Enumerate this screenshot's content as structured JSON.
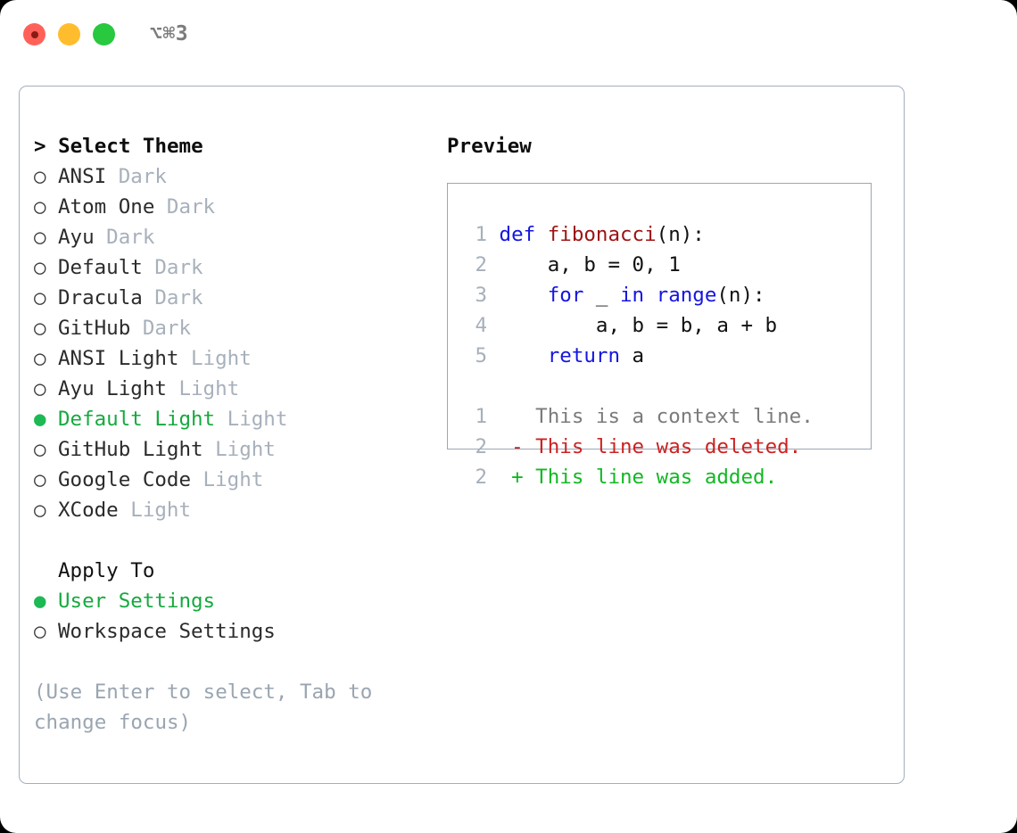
{
  "titlebar": {
    "shortcut": "⌥⌘3",
    "buttons": [
      {
        "name": "close",
        "color": "#ff6159"
      },
      {
        "name": "minimize",
        "color": "#ffbd2e"
      },
      {
        "name": "zoom",
        "color": "#28c83f"
      }
    ]
  },
  "theme_list": {
    "header": "> Select Theme",
    "items": [
      {
        "bullet": "○",
        "label": "ANSI",
        "category": "Dark",
        "selected": false
      },
      {
        "bullet": "○",
        "label": "Atom One",
        "category": "Dark",
        "selected": false
      },
      {
        "bullet": "○",
        "label": "Ayu",
        "category": "Dark",
        "selected": false
      },
      {
        "bullet": "○",
        "label": "Default",
        "category": "Dark",
        "selected": false
      },
      {
        "bullet": "○",
        "label": "Dracula",
        "category": "Dark",
        "selected": false
      },
      {
        "bullet": "○",
        "label": "GitHub",
        "category": "Dark",
        "selected": false
      },
      {
        "bullet": "○",
        "label": "ANSI Light",
        "category": "Light",
        "selected": false
      },
      {
        "bullet": "○",
        "label": "Ayu Light",
        "category": "Light",
        "selected": false
      },
      {
        "bullet": "●",
        "label": "Default Light",
        "category": "Light",
        "selected": true
      },
      {
        "bullet": "○",
        "label": "GitHub Light",
        "category": "Light",
        "selected": false
      },
      {
        "bullet": "○",
        "label": "Google Code",
        "category": "Light",
        "selected": false
      },
      {
        "bullet": "○",
        "label": "XCode",
        "category": "Light",
        "selected": false
      }
    ]
  },
  "apply_to": {
    "title": "Apply To",
    "options": [
      {
        "bullet": "●",
        "label": "User Settings",
        "selected": true
      },
      {
        "bullet": "○",
        "label": "Workspace Settings",
        "selected": false
      }
    ]
  },
  "hint": "(Use Enter to select, Tab to change focus)",
  "preview": {
    "header": "Preview",
    "code": [
      {
        "lineno": "1",
        "tokens": [
          {
            "t": "def ",
            "c": "kw"
          },
          {
            "t": "fibonacci",
            "c": "fn"
          },
          {
            "t": "(n):",
            "c": "plain"
          }
        ]
      },
      {
        "lineno": "2",
        "tokens": [
          {
            "t": "    a, b = 0, 1",
            "c": "plain"
          }
        ]
      },
      {
        "lineno": "3",
        "tokens": [
          {
            "t": "    ",
            "c": "plain"
          },
          {
            "t": "for",
            "c": "kw"
          },
          {
            "t": " _ ",
            "c": "plain"
          },
          {
            "t": "in range",
            "c": "kw"
          },
          {
            "t": "(n):",
            "c": "plain"
          }
        ]
      },
      {
        "lineno": "4",
        "tokens": [
          {
            "t": "        a, b = b, a + b",
            "c": "plain"
          }
        ]
      },
      {
        "lineno": "5",
        "tokens": [
          {
            "t": "    ",
            "c": "plain"
          },
          {
            "t": "return",
            "c": "kw"
          },
          {
            "t": " a",
            "c": "plain"
          }
        ]
      }
    ],
    "diff": [
      {
        "lineno": "1",
        "marker": " ",
        "text": " This is a context line.",
        "kind": "diff-context"
      },
      {
        "lineno": "2",
        "marker": "-",
        "text": " This line was deleted.",
        "kind": "diff-del"
      },
      {
        "lineno": "2",
        "marker": "+",
        "text": " This line was added.",
        "kind": "diff-add"
      }
    ]
  },
  "colors": {
    "selected_green": "#16a93f",
    "muted_gray": "#a7b0bb",
    "hint_gray": "#9aa5b1",
    "keyword_blue": "#1515e0",
    "function_red": "#9c1414",
    "diff_add_green": "#12b823",
    "diff_del_red": "#cc2222",
    "border_gray": "#a3afbd"
  }
}
